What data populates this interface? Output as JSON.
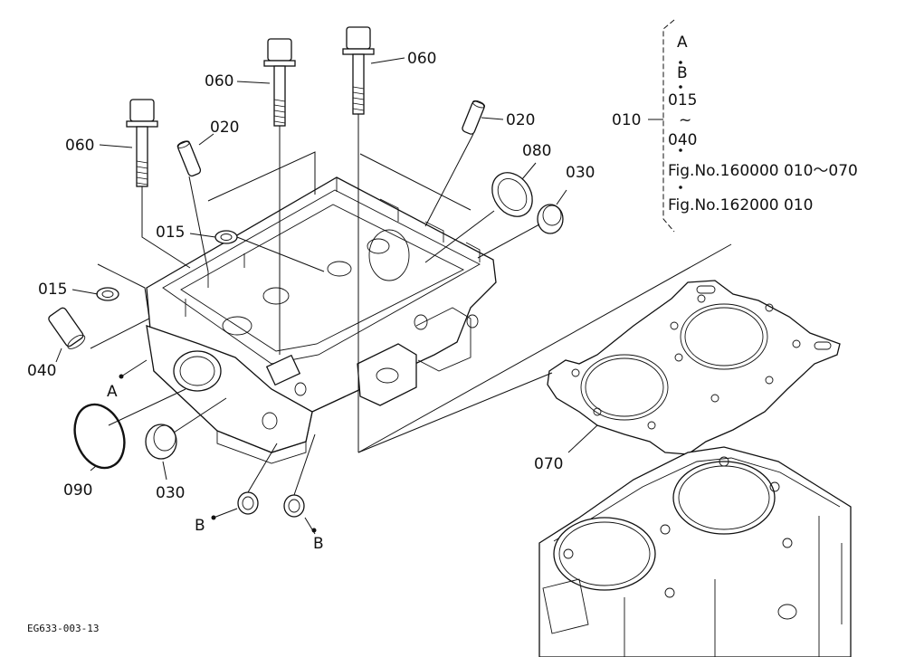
{
  "diagram_code": "EG633-003-13",
  "callouts": {
    "bolt_a": "060",
    "bolt_b": "060",
    "bolt_c": "060",
    "plug_left": "020",
    "plug_right": "020",
    "seal_top": "015",
    "seal_left": "015",
    "pin": "040",
    "ring_top": "080",
    "cap_top": "030",
    "cap_bottom": "030",
    "oring": "090",
    "gasket": "070",
    "assembly": "010"
  },
  "refs": {
    "a": "A",
    "b_left": "B",
    "b_right": "B"
  },
  "assembly_note": {
    "line1": "A",
    "line2": "B",
    "line3": "015",
    "line4": "~",
    "line5": "040",
    "line6": "Fig.No.160000  010～070",
    "line7": "Fig.No.162000  010"
  }
}
